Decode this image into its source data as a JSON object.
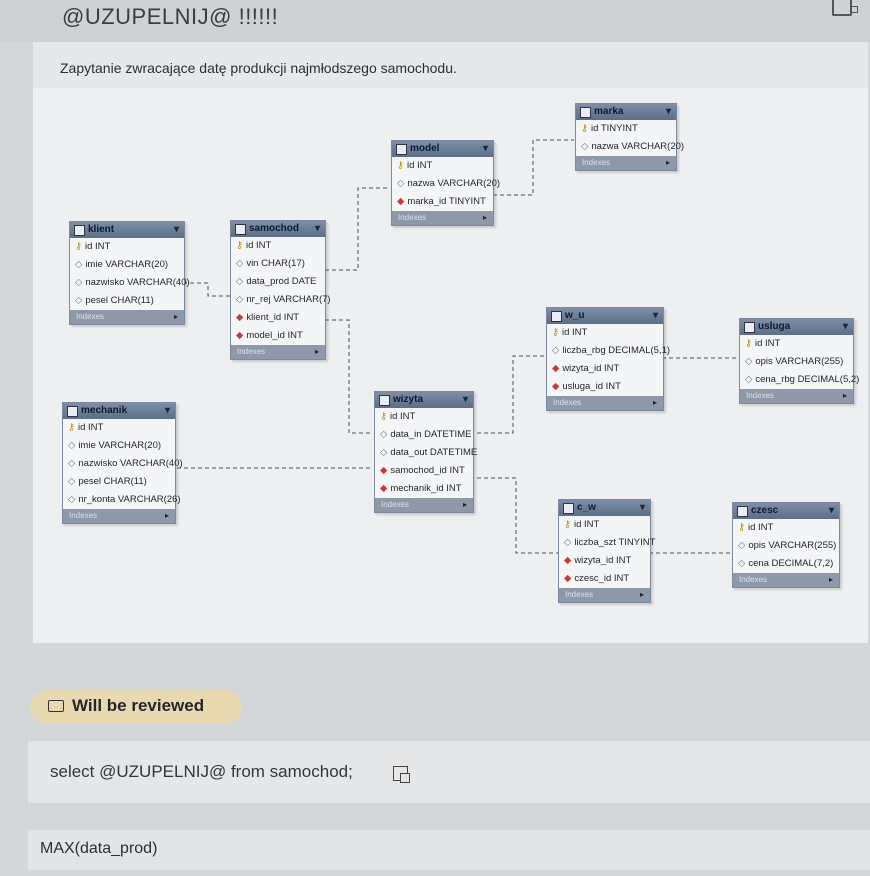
{
  "header": {
    "title": "@UZUPELNIJ@   !!!!!!"
  },
  "question": {
    "text": "Zapytanie zwracające datę produkcji najmłodszego samochodu."
  },
  "tables": {
    "klient": {
      "name": "klient",
      "rows": [
        "id INT",
        "imie VARCHAR(20)",
        "nazwisko VARCHAR(40)",
        "pesel CHAR(11)"
      ],
      "footer": "Indexes"
    },
    "samochod": {
      "name": "samochod",
      "rows": [
        "id INT",
        "vin CHAR(17)",
        "data_prod DATE",
        "nr_rej VARCHAR(7)",
        "klient_id INT",
        "model_id INT"
      ],
      "footer": "Indexes"
    },
    "model": {
      "name": "model",
      "rows": [
        "id INT",
        "nazwa VARCHAR(20)",
        "marka_id TINYINT"
      ],
      "footer": "Indexes"
    },
    "marka": {
      "name": "marka",
      "rows": [
        "id TINYINT",
        "nazwa VARCHAR(20)"
      ],
      "footer": "Indexes"
    },
    "mechanik": {
      "name": "mechanik",
      "rows": [
        "id INT",
        "imie VARCHAR(20)",
        "nazwisko VARCHAR(40)",
        "pesel CHAR(11)",
        "nr_konta VARCHAR(26)"
      ],
      "footer": "Indexes"
    },
    "wizyta": {
      "name": "wizyta",
      "rows": [
        "id INT",
        "data_in DATETIME",
        "data_out DATETIME",
        "samochod_id INT",
        "mechanik_id INT"
      ],
      "footer": "Indexes"
    },
    "w_u": {
      "name": "w_u",
      "rows": [
        "id INT",
        "liczba_rbg DECIMAL(5,1)",
        "wizyta_id INT",
        "usluga_id INT"
      ],
      "footer": "Indexes"
    },
    "usluga": {
      "name": "usluga",
      "rows": [
        "id INT",
        "opis VARCHAR(255)",
        "cena_rbg DECIMAL(5,2)"
      ],
      "footer": "Indexes"
    },
    "c_w": {
      "name": "c_w",
      "rows": [
        "id INT",
        "liczba_szt TINYINT",
        "wizyta_id INT",
        "czesc_id INT"
      ],
      "footer": "Indexes"
    },
    "czesc": {
      "name": "czesc",
      "rows": [
        "id INT",
        "opis VARCHAR(255)",
        "cena DECIMAL(7,2)"
      ],
      "footer": "Indexes"
    }
  },
  "review": {
    "label": "Will be reviewed"
  },
  "answer": {
    "text": "select @UZUPELNIJ@ from samochod;"
  },
  "input": {
    "value": "MAX(data_prod)"
  }
}
